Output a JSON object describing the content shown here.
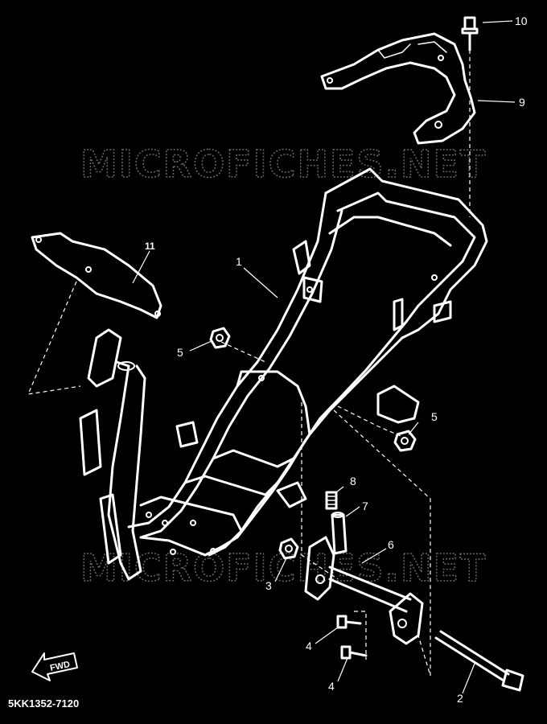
{
  "diagram": {
    "watermark_top": "MICROFICHES.NET",
    "watermark_bottom": "MICROFICHES.NET",
    "fwd_label": "FWD",
    "code": "5KK1352-7120",
    "callouts": {
      "frame": "1",
      "bolt_long": "2",
      "nut_lower": "3",
      "bolt_upper": "4",
      "bolt_lower": "4",
      "nut_left": "5",
      "nut_right": "5",
      "bracket_engine": "6",
      "collar": "7",
      "damper": "8",
      "carrier": "9",
      "bolt_top": "10",
      "plate_front": "11"
    }
  }
}
